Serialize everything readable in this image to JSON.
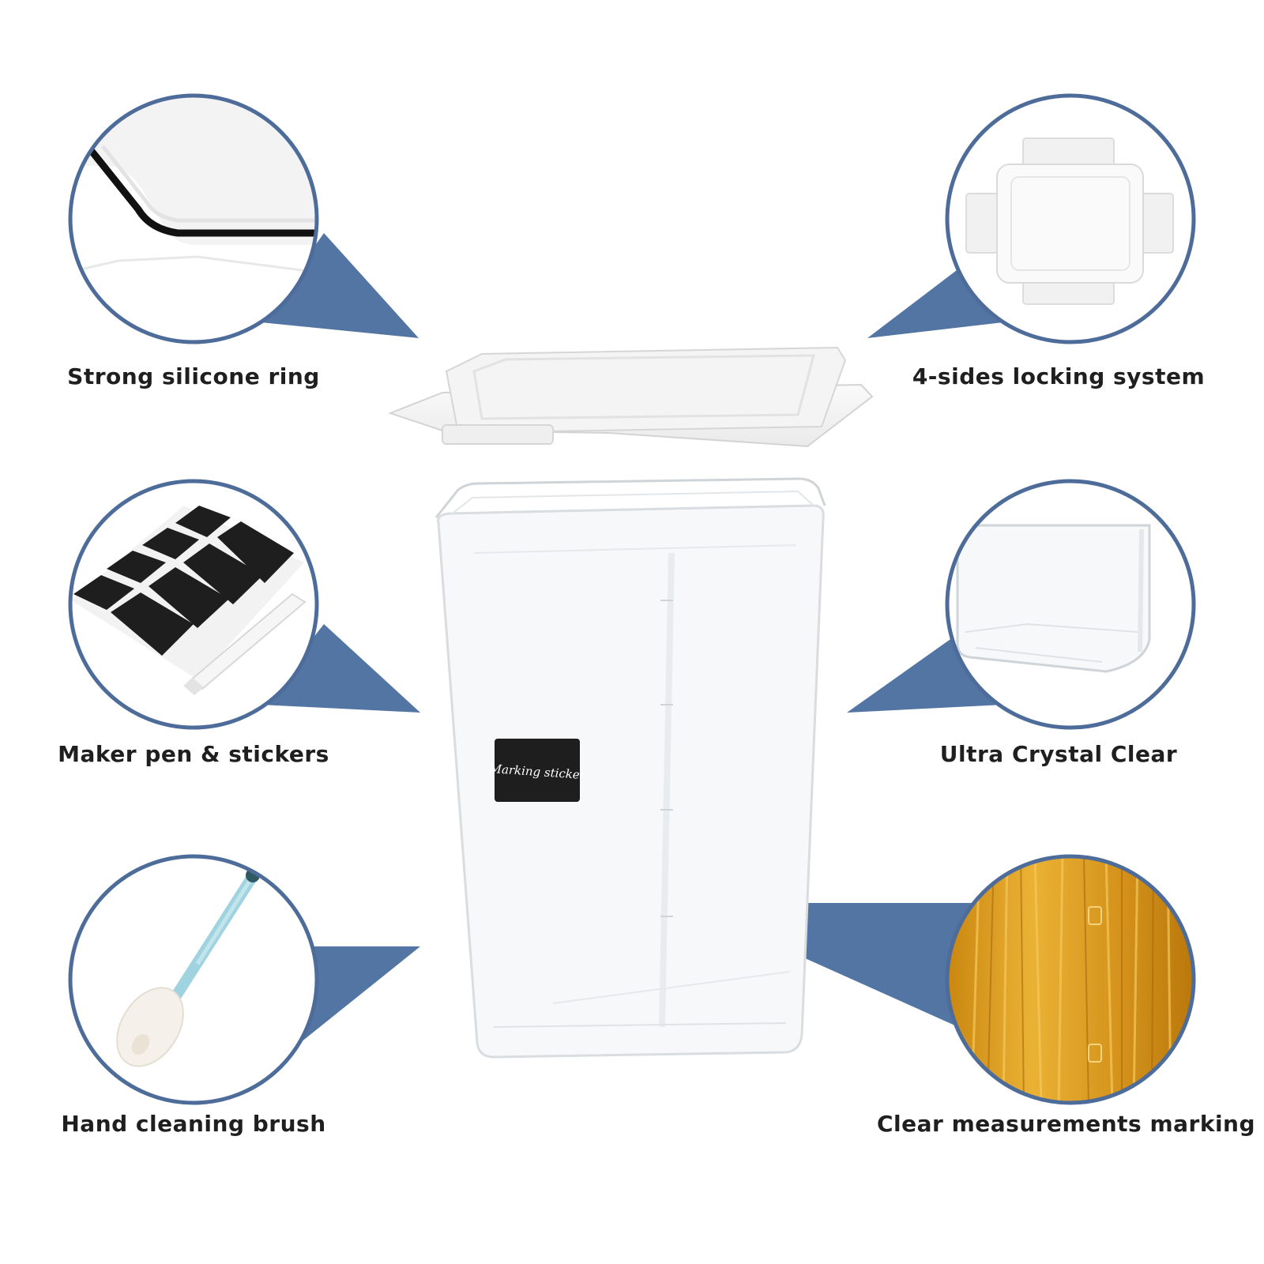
{
  "colors": {
    "accent": "#5375a3",
    "ring_border": "#4d6c9a",
    "text": "#1f1f1f",
    "sticker_bg": "#1e1e1e",
    "pasta": "#e5a01c"
  },
  "features": [
    {
      "label": "Strong silicone ring",
      "icon": "silicone-ring-icon"
    },
    {
      "label": "4-sides locking system",
      "icon": "locking-lid-icon"
    },
    {
      "label": "Maker pen & stickers",
      "icon": "stickers-pen-icon"
    },
    {
      "label": "Ultra Crystal Clear",
      "icon": "clear-container-icon"
    },
    {
      "label": "Hand cleaning brush",
      "icon": "cleaning-brush-icon"
    },
    {
      "label": "Clear measurements marking",
      "icon": "pasta-measurement-icon"
    }
  ],
  "product": {
    "sticker_text": "Marking sticker"
  }
}
